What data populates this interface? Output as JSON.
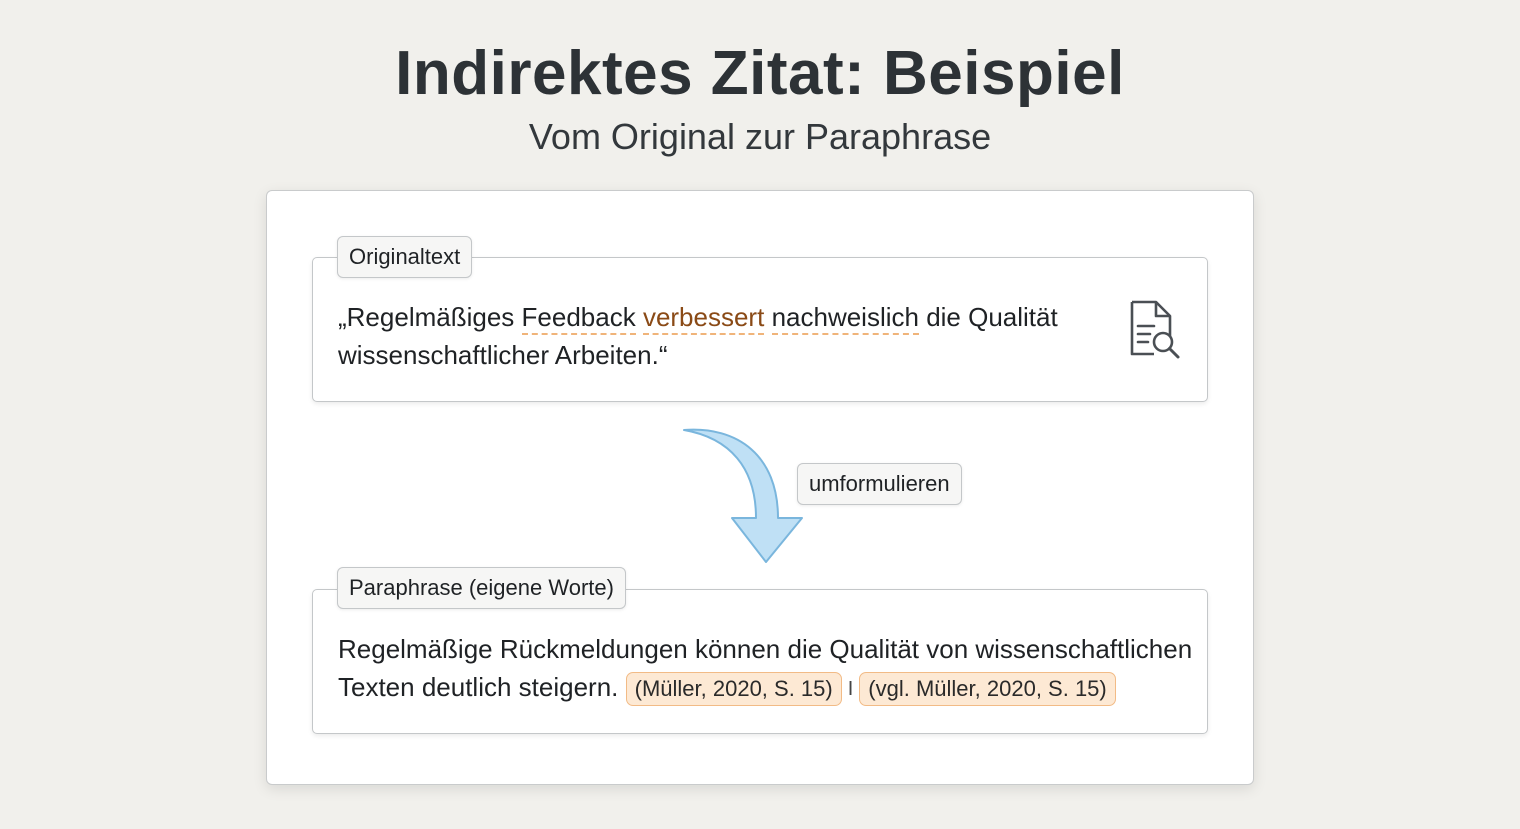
{
  "title": "Indirektes Zitat: Beispiel",
  "subtitle": "Vom Original zur Paraphrase",
  "original": {
    "label": "Originaltext",
    "text_part1": "„Regelmäßiges ",
    "text_u1": "Feedback",
    "text_sp1": " ",
    "text_u2": "verbessert",
    "text_sp2": " ",
    "text_u3": "nachweislich",
    "text_part2": " die Qualität wissenschaftlicher Arbeiten.“",
    "icon": "document-search-icon"
  },
  "action": {
    "label": "umformulieren",
    "arrow_color": "#bfe0f5"
  },
  "paraphrase": {
    "label": "Paraphrase (eigene Worte)",
    "text": "Regelmäßige Rückmeldungen können die Qualität von wissenschaftlichen Texten deutlich steigern. ",
    "citation_1": "(Müller, 2020, S. 15)",
    "separator": "I",
    "citation_2": "(vgl. Müller, 2020, S. 15)"
  },
  "colors": {
    "highlight_text": "#8a4a16",
    "underline": "#f0b47a",
    "citation_bg": "#fde9d4",
    "citation_border": "#f2bb86"
  }
}
